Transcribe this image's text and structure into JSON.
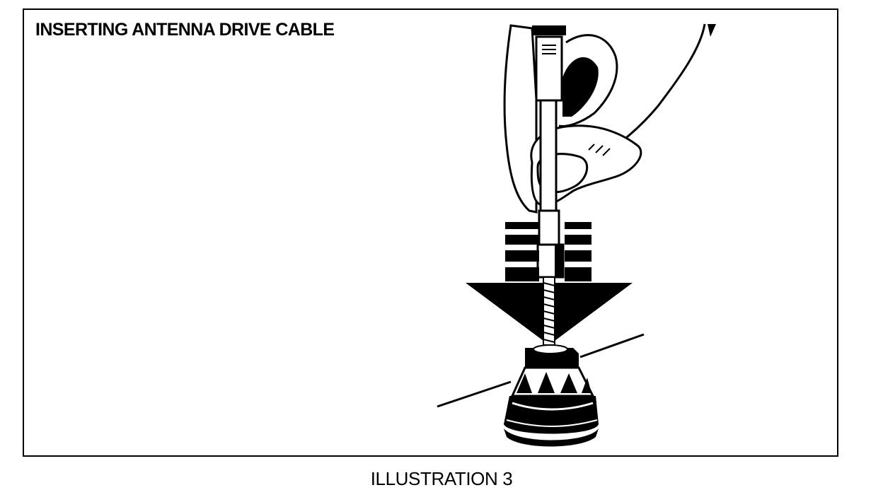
{
  "figure": {
    "title": "INSERTING ANTENNA DRIVE CABLE",
    "caption": "ILLUSTRATION 3"
  },
  "drawing": {
    "subject": "hand inserting antenna drive cable into antenna mast nut",
    "parts": [
      "hand",
      "drive-cable",
      "down-arrow",
      "antenna-nut",
      "fender-surface"
    ]
  }
}
